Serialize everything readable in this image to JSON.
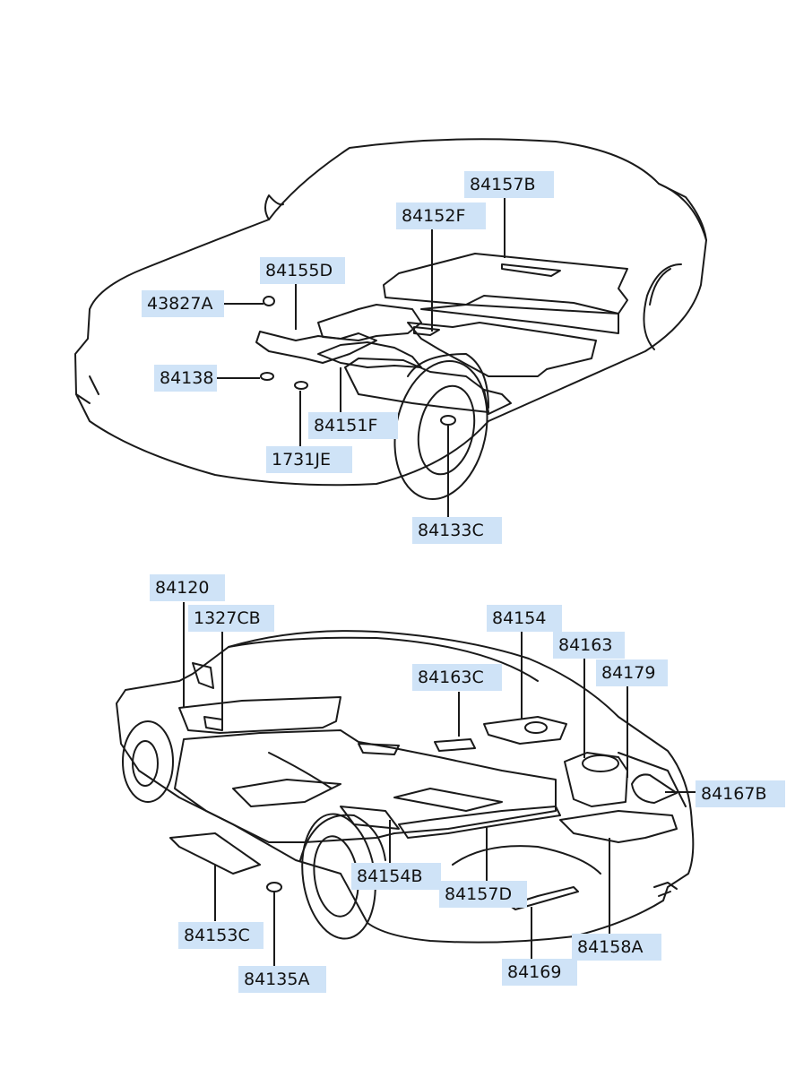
{
  "labels": {
    "p84157B": "84157B",
    "p84152F": "84152F",
    "p84155D": "84155D",
    "p43827A": "43827A",
    "p84138": "84138",
    "p84151F": "84151F",
    "p1731JE": "1731JE",
    "p84133C": "84133C",
    "p84120": "84120",
    "p1327CB": "1327CB",
    "p84154": "84154",
    "p84163": "84163",
    "p84163C": "84163C",
    "p84179": "84179",
    "p84167B": "84167B",
    "p84154B": "84154B",
    "p84157D": "84157D",
    "p84153C": "84153C",
    "p84158A": "84158A",
    "p84169": "84169",
    "p84135A": "84135A"
  },
  "colors": {
    "label_background": "#cfe3f7",
    "line": "#1a1a1a"
  }
}
